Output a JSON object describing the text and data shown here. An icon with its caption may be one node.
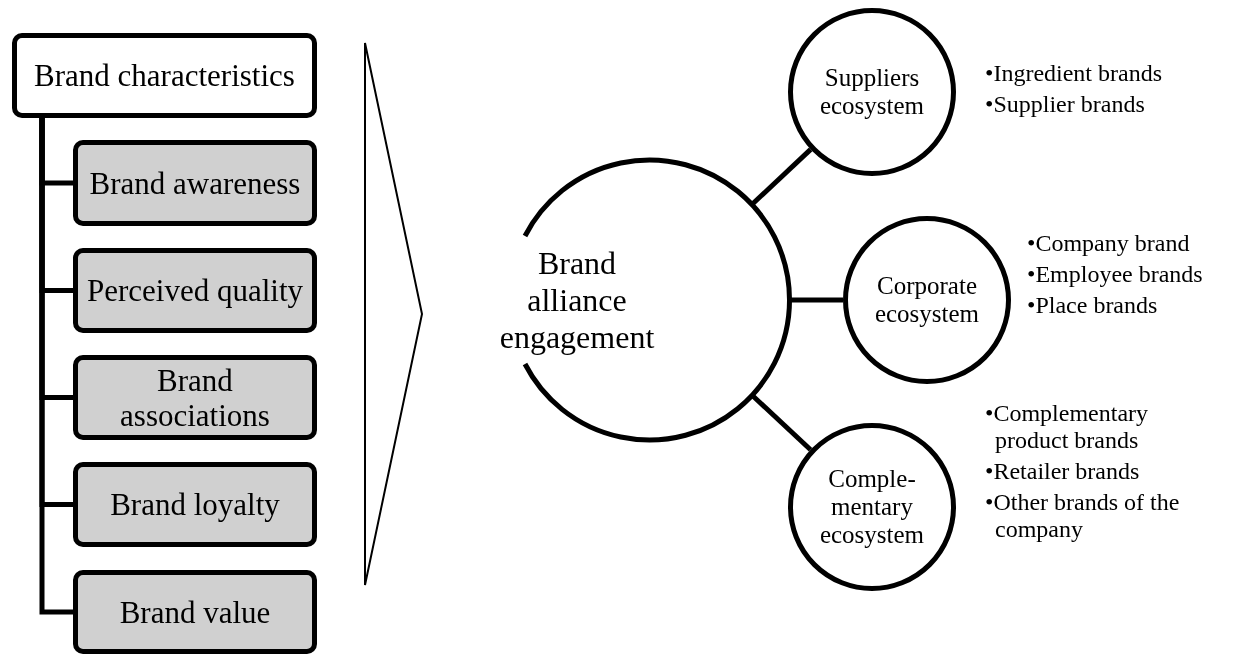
{
  "diagram": {
    "nodes": [
      {
        "text": [
          "Brand characteristics"
        ]
      },
      {
        "text": [
          "Brand awareness"
        ]
      },
      {
        "text": [
          "Perceived quality"
        ]
      },
      {
        "text": [
          "Brand associations"
        ]
      },
      {
        "text": [
          "Brand loyalty"
        ]
      },
      {
        "text": [
          "Brand value"
        ]
      },
      {
        "text": [
          "Brand alliance engagement"
        ]
      },
      {
        "text": [
          "Suppliers ecosystem"
        ],
        "beside": [
          "•Ingredient brands",
          "•Supplier brands"
        ]
      },
      {
        "text": [
          "Corporate ecosystem"
        ],
        "beside": [
          "•Company brand",
          "•Employee brands",
          "•Place brands"
        ]
      },
      {
        "text": [
          "Comple- mentary ecosystem"
        ],
        "beside": [
          "•Complementary product brands",
          "•Retailer brands",
          "•Other brands of the company"
        ]
      }
    ],
    "edges": [
      {
        "from": 0,
        "to": 1,
        "arrow": "none"
      },
      {
        "from": 0,
        "to": 2,
        "arrow": "none"
      },
      {
        "from": 0,
        "to": 3,
        "arrow": "none"
      },
      {
        "from": 0,
        "to": 4,
        "arrow": "none"
      },
      {
        "from": 0,
        "to": 5,
        "arrow": "none"
      },
      {
        "from": 6,
        "to": 7,
        "arrow": "none"
      },
      {
        "from": 6,
        "to": 8,
        "arrow": "none"
      },
      {
        "from": 6,
        "to": 9,
        "arrow": "none"
      }
    ]
  }
}
